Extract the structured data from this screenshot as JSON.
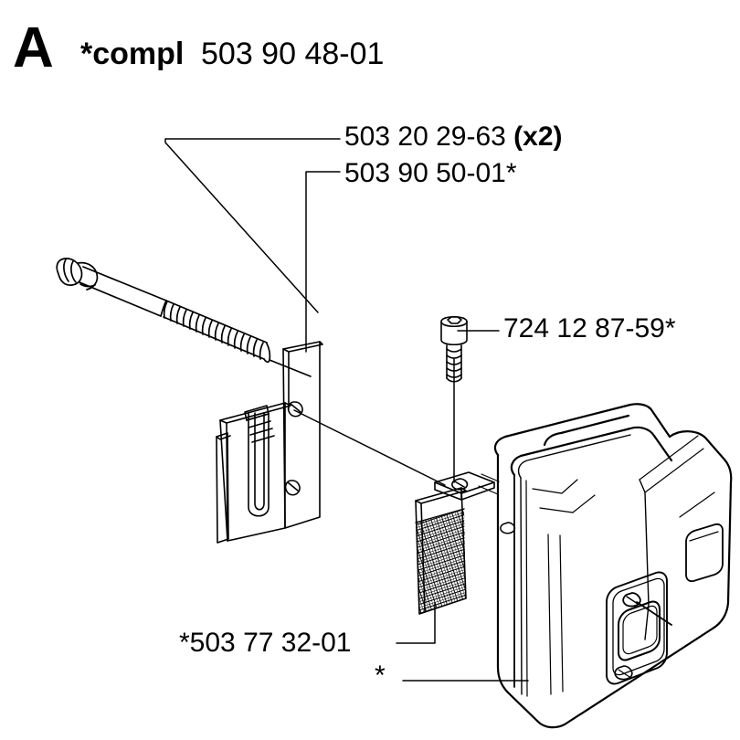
{
  "sheet": {
    "section_letter": "A",
    "compl_label": "*compl",
    "compl_number": "503 90 48-01"
  },
  "callouts": [
    {
      "id": "bolt",
      "number": "503 20 29-63",
      "multiplier": "(x2)",
      "part": "muffler-bolt"
    },
    {
      "id": "bracket",
      "number": "503 90 50-01*",
      "multiplier": "",
      "part": "muffler-bracket"
    },
    {
      "id": "screw",
      "number": "724 12 87-59*",
      "multiplier": "",
      "part": "cap-screw"
    },
    {
      "id": "screen",
      "number": "*503 77 32-01",
      "multiplier": "",
      "part": "spark-arrestor-screen"
    },
    {
      "id": "muffler",
      "number": "*",
      "multiplier": "",
      "part": "muffler-body"
    }
  ],
  "drawing": {
    "style": "exploded line drawing",
    "ink": "#000000",
    "background": "#ffffff",
    "parts": [
      "muffler-bolt",
      "muffler-bracket",
      "cap-screw",
      "spark-arrestor-screen",
      "muffler-body"
    ]
  }
}
